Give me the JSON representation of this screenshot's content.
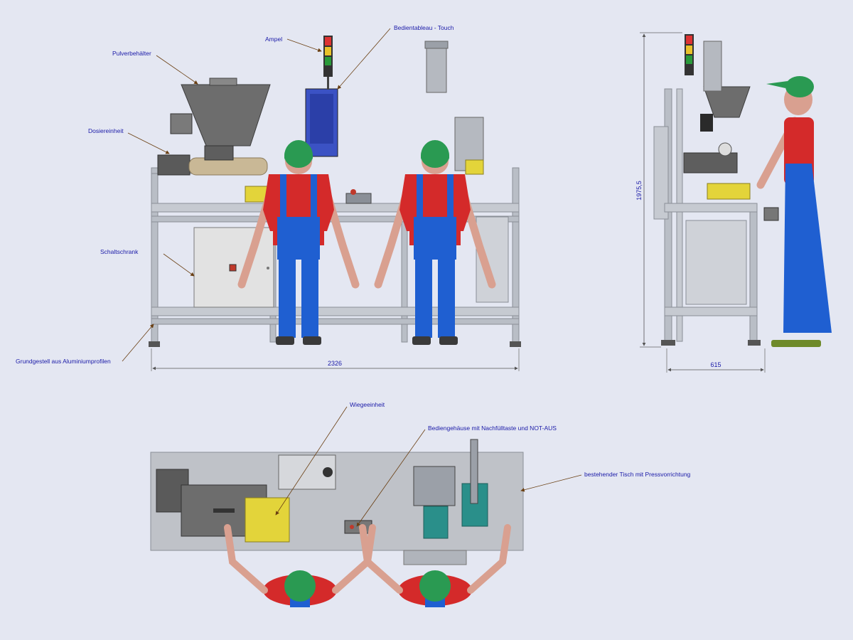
{
  "labels": {
    "pulverbehaelter": "Pulverbehälter",
    "ampel": "Ampel",
    "bedientableau": "Bedientableau - Touch",
    "dosiereinheit": "Dosiereinheit",
    "schaltschrank": "Schaltschrank",
    "grundgestell": "Grundgestell aus Aluminiumprofilen",
    "wiegeeinheit": "Wiegeeinheit",
    "bediengehaeuse": "Bediengehäuse mit Nachfülltaste und NOT-AUS",
    "tisch": "bestehender Tisch mit Pressvorrichtung"
  },
  "dimensions": {
    "front_width": "2326",
    "side_height": "1975,5",
    "side_width": "615"
  },
  "colors": {
    "background": "#e4e7f2",
    "label_text": "#1a1aa8",
    "leader_line": "#8a5a1e",
    "frame": "#b9bec6",
    "worker_shirt": "#d42a2a",
    "worker_overall": "#1f5fd1",
    "worker_helmet": "#2a9a52",
    "worker_skin": "#d9a090",
    "hopper": "#6d6d6d",
    "cabinet": "#e2e2e2",
    "platform_yellow": "#e3d43a",
    "teal_part": "#2a8f8a"
  }
}
